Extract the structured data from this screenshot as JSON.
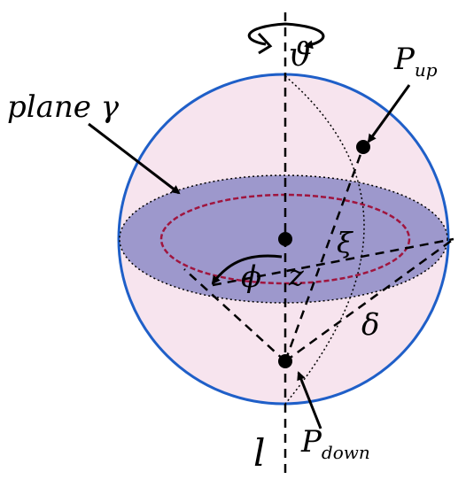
{
  "labels": {
    "theta": "ϑ",
    "plane_name": "plane γ",
    "p_up_main": "P",
    "p_up_sub": "up",
    "xi": "ξ",
    "phi": "ϕ",
    "z": "z",
    "delta": "δ",
    "l": "l",
    "p_down_main": "P",
    "p_down_sub": "down"
  },
  "colors": {
    "sphere_fill": "#f7e4ee",
    "sphere_outline": "#1f5fc8",
    "plane_fill": "#9d98cc",
    "inner_circle": "#a0153e",
    "lines": "#000000"
  }
}
